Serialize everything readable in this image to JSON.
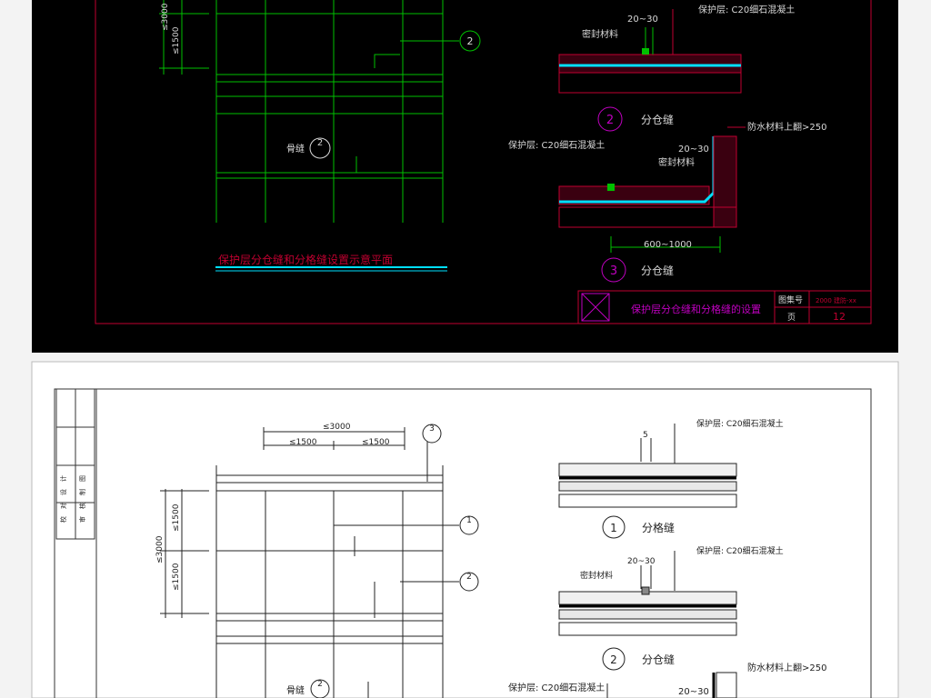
{
  "dark_sheet": {
    "dim_left": "≤3000",
    "dim_left_sub": "≤1500",
    "callout_2": "2",
    "callout_2b": "2",
    "dummy_joint": "骨缝",
    "plan_title": "保护层分仓缝和分格缝设置示意平面",
    "detail2_dim": "20~30",
    "detail2_protect": "保护层: C20细石混凝土",
    "detail2_seal": "密封材料",
    "detail2_num": "2",
    "detail2_caption": "分仓缝",
    "detail3_protect": "保护层: C20细石混凝土",
    "detail3_waterproof": "防水材料上翻>250",
    "detail3_dim": "20~30",
    "detail3_seal": "密封材料",
    "detail3_span": "600~1000",
    "detail3_num": "3",
    "detail3_caption": "分仓缝",
    "titleblock_name": "保护层分仓缝和分格缝的设置",
    "titleblock_set_label": "图集号",
    "titleblock_set_value": "2000 建防-xx",
    "titleblock_page_label": "页",
    "titleblock_page_value": "12"
  },
  "light_sheet": {
    "side_block": [
      "校",
      "对",
      "设",
      "计",
      "审",
      "核",
      "制",
      "图"
    ],
    "dim_top": "≤3000",
    "dim_top_left": "≤1500",
    "dim_top_right": "≤1500",
    "callout_3": "3",
    "dim_left": "≤3000",
    "dim_left_a": "≤1500",
    "dim_left_b": "≤1500",
    "callout_1": "1",
    "callout_2": "2",
    "dummy_joint": "骨缝",
    "dummy_num": "2",
    "detail1_dim": "5",
    "detail1_protect": "保护层: C20细石混凝土",
    "detail1_num": "1",
    "detail1_caption": "分格缝",
    "detail2_dim": "20~30",
    "detail2_protect": "保护层: C20细石混凝土",
    "detail2_seal": "密封材料",
    "detail2_num": "2",
    "detail2_caption": "分仓缝",
    "detail3_protect": "保护层: C20细石混凝土",
    "detail3_waterproof": "防水材料上翻>250",
    "detail3_dim": "20~30"
  },
  "colors": {
    "background": "#f3f3f3",
    "cad_black": "#000000",
    "cad_green": "#00c000",
    "cad_red": "#c00030",
    "cad_cyan": "#00e0ff",
    "cad_magenta": "#c000c0"
  }
}
